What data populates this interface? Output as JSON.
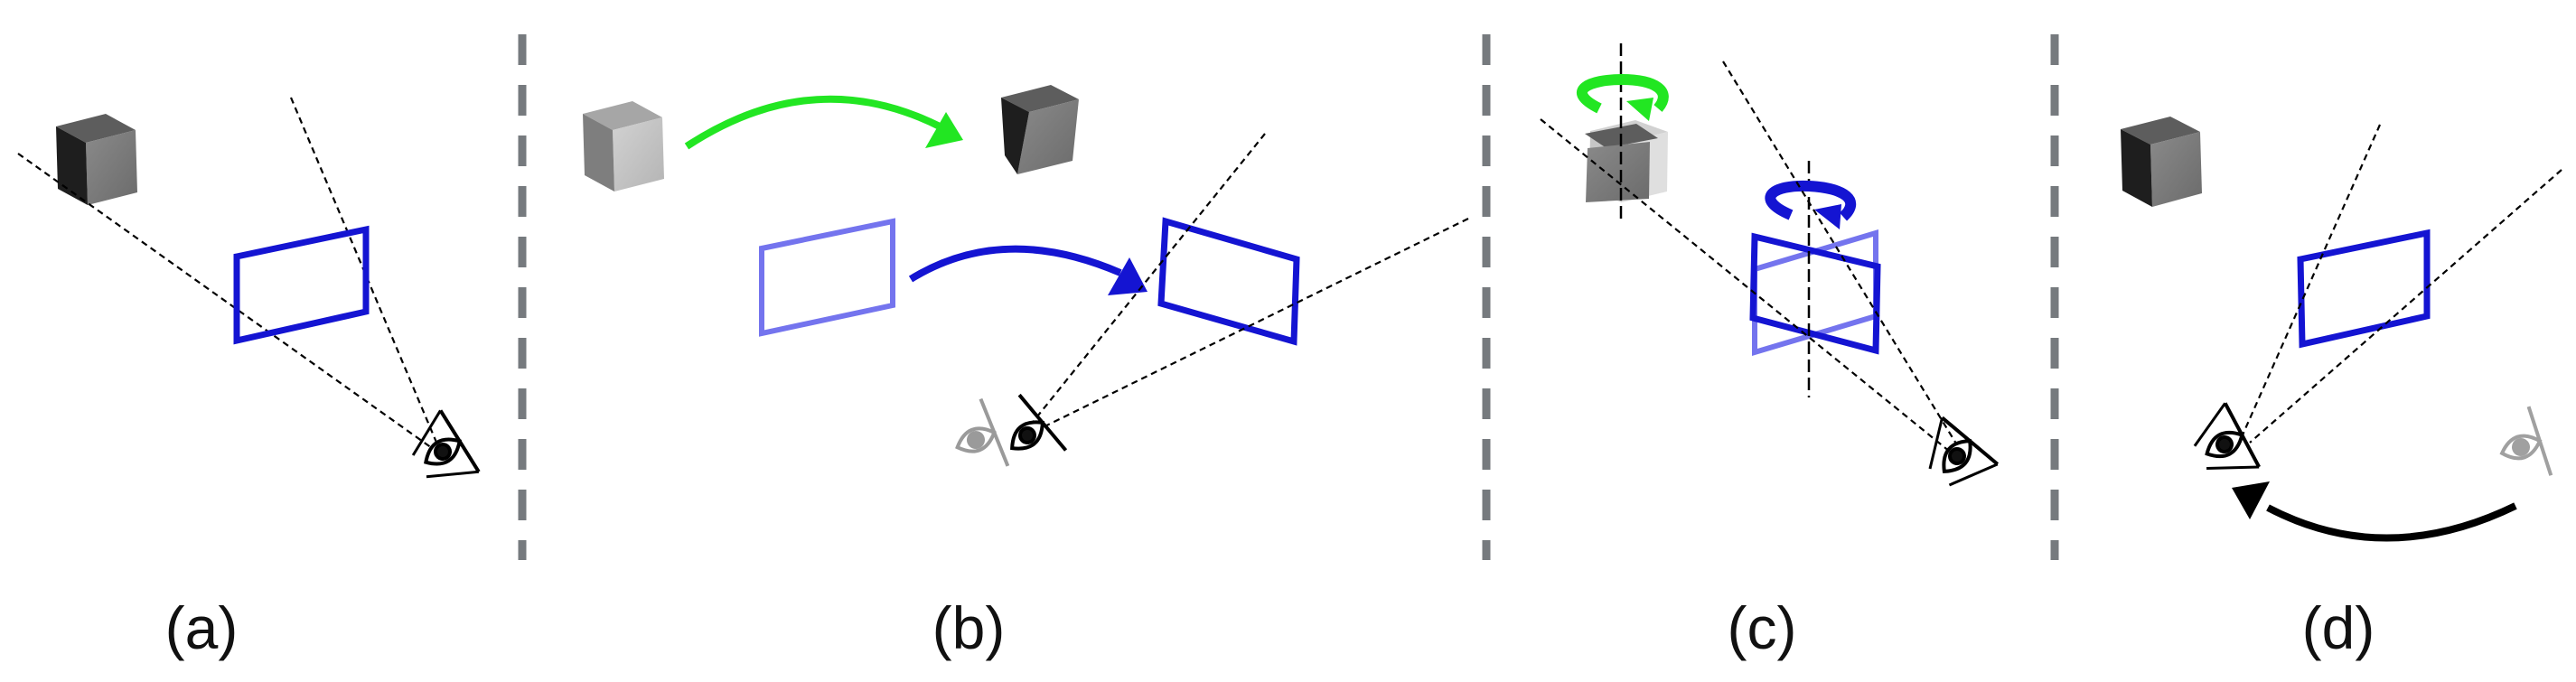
{
  "panels": [
    {
      "id": "a",
      "caption": "(a)"
    },
    {
      "id": "b",
      "caption": "(b)"
    },
    {
      "id": "c",
      "caption": "(c)"
    },
    {
      "id": "d",
      "caption": "(d)"
    }
  ],
  "colors": {
    "frame": "#1414d2",
    "frame_faded": "#7474ee",
    "arrow_green": "#22e622",
    "arrow_blue": "#1414d2",
    "arrow_black": "#000000",
    "separator": "#767a7e",
    "cube_top": "#5d5d5d",
    "cube_front": "#7e7e7e",
    "cube_side": "#1e1e1e"
  },
  "icons": [
    "eye-icon",
    "cube-icon",
    "rotate-arrow-icon",
    "curved-arrow-icon"
  ]
}
